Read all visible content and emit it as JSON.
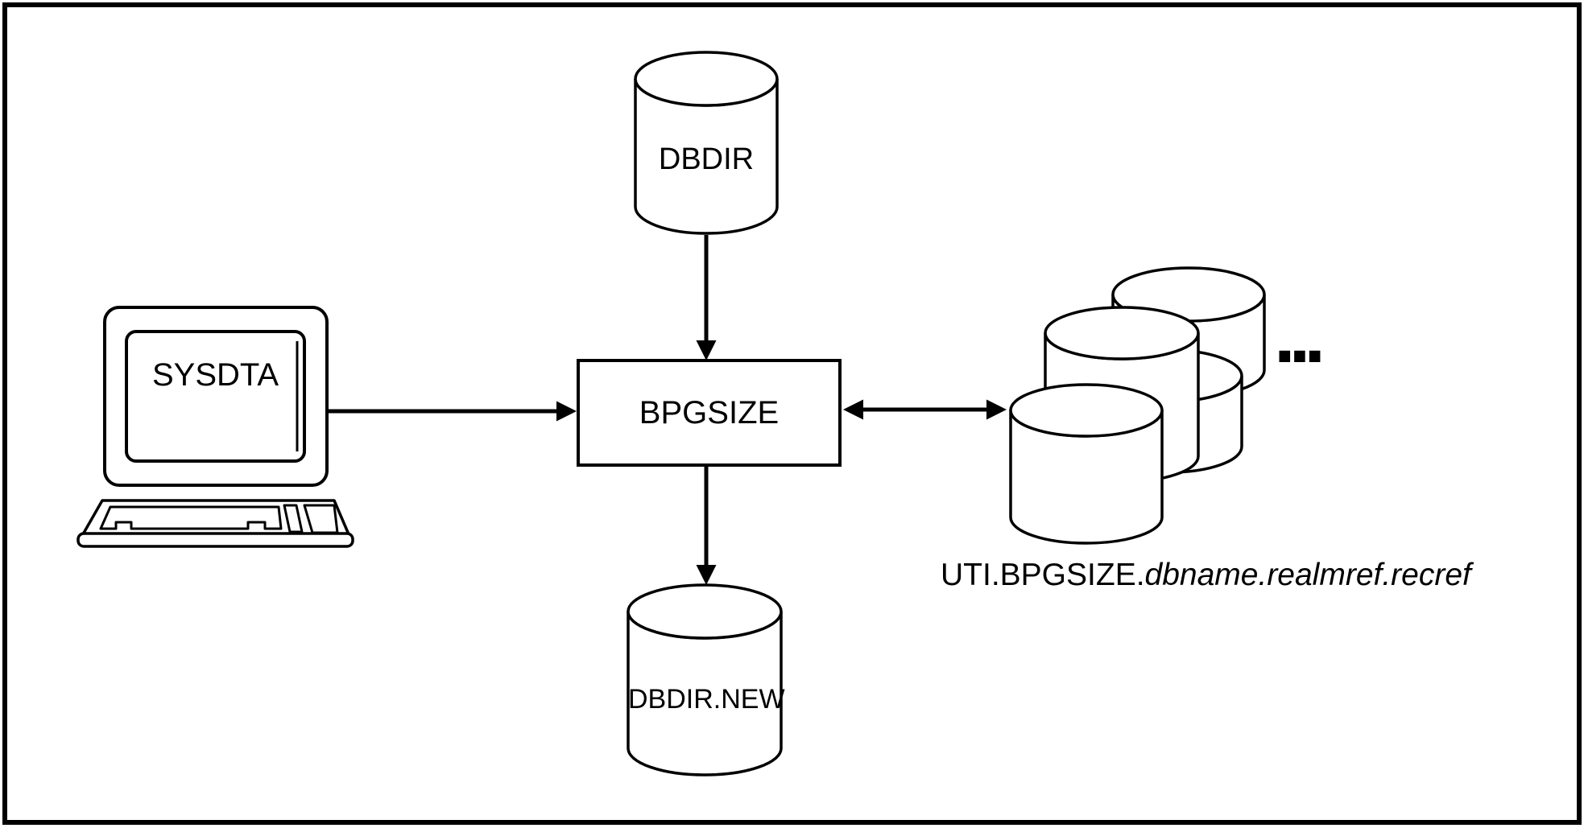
{
  "diagram": {
    "description": "Data flow diagram of the BPGSIZE utility",
    "colors": {
      "line": "#000000",
      "background": "#ffffff",
      "text": "#000000"
    },
    "nodes": {
      "terminal": {
        "label": "SYSDTA",
        "icon": "terminal-icon"
      },
      "input_db": {
        "label": "DBDIR",
        "icon": "database-cylinder-icon"
      },
      "process": {
        "label": "BPGSIZE",
        "shape": "rectangle"
      },
      "output_db": {
        "label": "DBDIR.NEW",
        "icon": "database-cylinder-icon"
      },
      "work_files": {
        "label_prefix": "UTI.BPGSIZE.",
        "label_variable": "dbname.realmref.recref",
        "more_indicator": "...",
        "icon": "database-cluster-icon"
      }
    },
    "edges": [
      {
        "from": "SYSDTA",
        "to": "BPGSIZE",
        "direction": "one-way"
      },
      {
        "from": "DBDIR",
        "to": "BPGSIZE",
        "direction": "one-way"
      },
      {
        "from": "BPGSIZE",
        "to": "DBDIR.NEW",
        "direction": "one-way"
      },
      {
        "from": "BPGSIZE",
        "to": "UTI.BPGSIZE work files",
        "direction": "two-way"
      }
    ]
  }
}
